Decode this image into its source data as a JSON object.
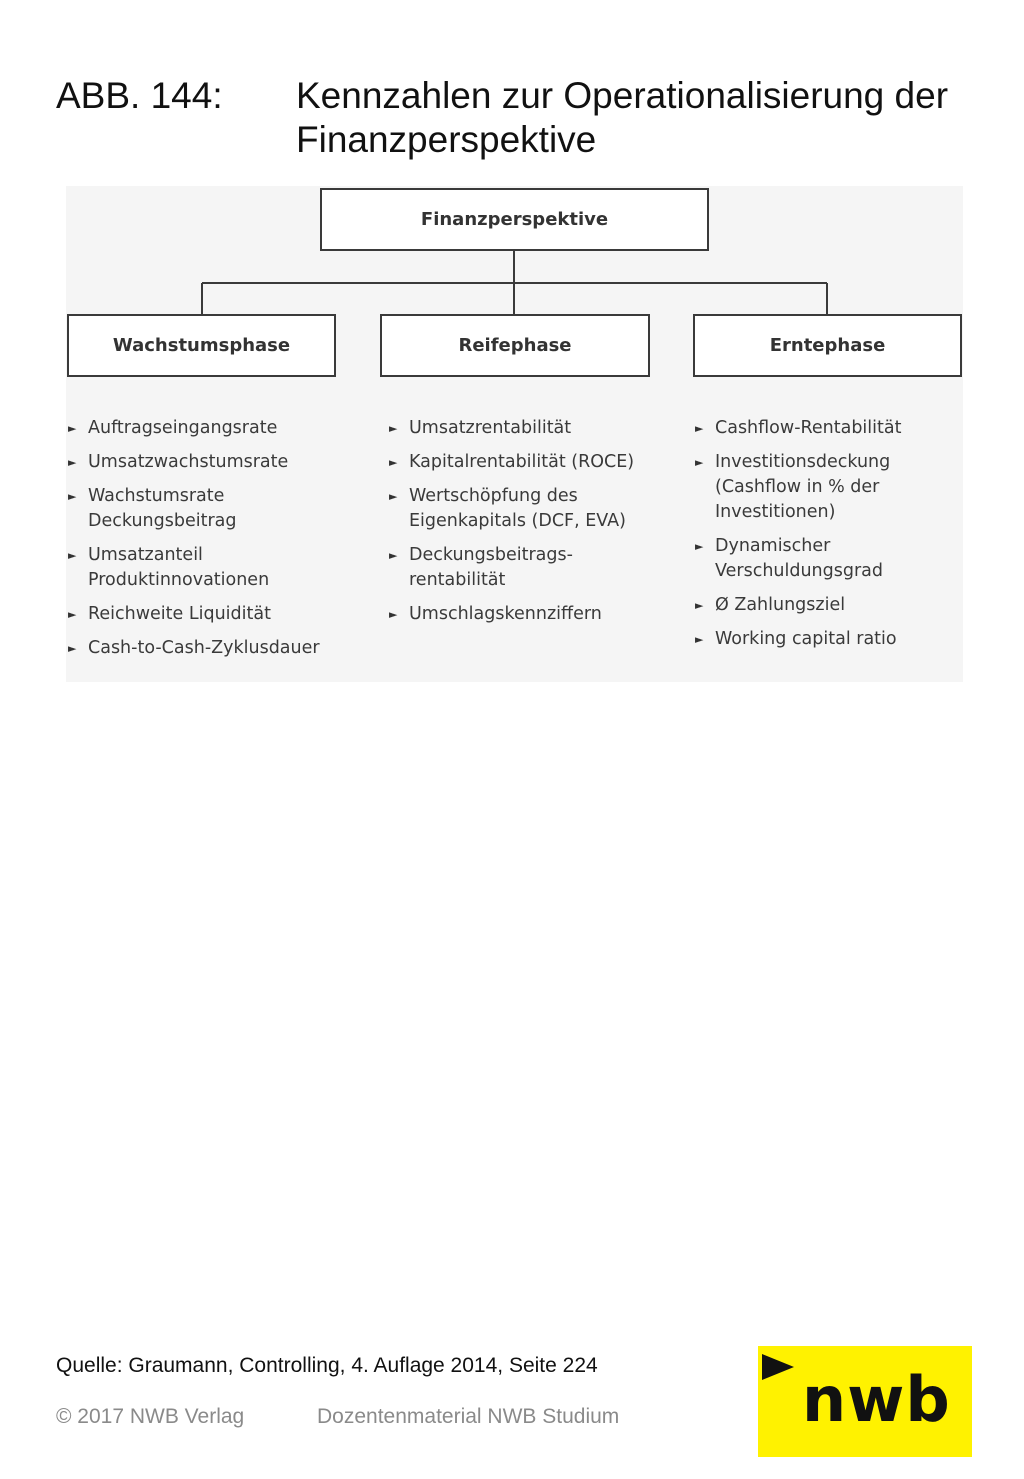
{
  "figure": {
    "label": "ABB. 144:",
    "title": "Kennzahlen zur Operationalisierung der Finanzperspektive"
  },
  "diagram": {
    "root": "Finanzperspektive",
    "phases": [
      {
        "label": "Wachstumsphase",
        "items": [
          "Auftragseingangsrate",
          "Umsatzwachstumsrate",
          "Wachstumsrate Deckungsbeitrag",
          "Umsatzanteil Produktinnovationen",
          "Reichweite Liquidität",
          "Cash-to-Cash-Zyklusdauer"
        ]
      },
      {
        "label": "Reifephase",
        "items": [
          "Umsatzrentabilität",
          "Kapitalrentabilität (ROCE)",
          "Wertschöpfung des Eigenkapitals (DCF, EVA)",
          "Deckungsbeitrags-rentabilität",
          "Umschlagskennziffern"
        ]
      },
      {
        "label": "Erntephase",
        "items": [
          "Cashflow-Rentabilität",
          "Investitionsdeckung (Cashflow in % der Investitionen)",
          "Dynamischer Verschuldungsgrad",
          "Ø Zahlungsziel",
          "Working capital ratio"
        ]
      }
    ],
    "bullet": "►"
  },
  "footer": {
    "source": "Quelle: Graumann, Controlling, 4. Auflage 2014, Seite 224",
    "copyright": "© 2017 NWB Verlag",
    "material": "Dozentenmaterial NWB Studium",
    "logo_text": "nwb"
  },
  "colors": {
    "logo_background": "#fff200",
    "box_border": "#3a3a3a",
    "diagram_background": "#f5f5f5"
  }
}
